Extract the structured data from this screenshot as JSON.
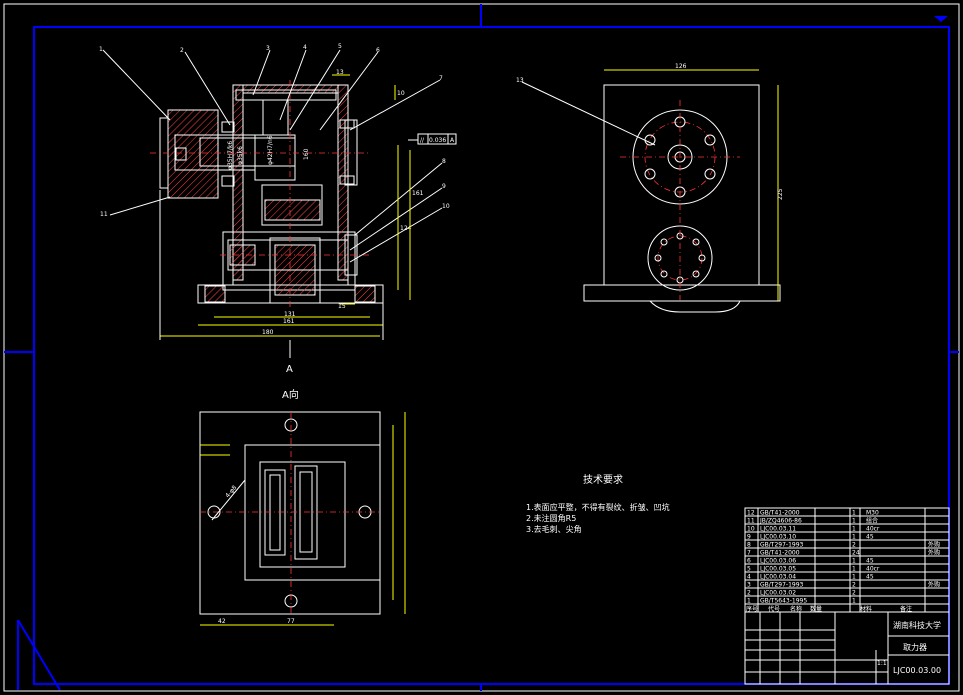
{
  "view_label": "A",
  "view_a_title": "A向",
  "tech_requirements": {
    "title": "技术要求",
    "items": [
      "1.表面应平整，不得有裂纹、折皱、凹坑",
      "2.未注圆角R5",
      "3.去毛刺、尖角"
    ]
  },
  "balloons_front": [
    "1",
    "2",
    "3",
    "4",
    "5",
    "6",
    "7",
    "8",
    "9",
    "10",
    "11"
  ],
  "balloon_side": "13",
  "tolerance_frame": {
    "symbol": "//",
    "value": "0.036",
    "datum": "A"
  },
  "dims_front": {
    "overall_width": "180",
    "base_width": "161",
    "inner_width": "131",
    "top_small": "13",
    "right_small": "10",
    "right_mid": "124",
    "right_big": "161",
    "offset": "15"
  },
  "dims_side": {
    "top_width": "126",
    "height": "225"
  },
  "dims_bottom": {
    "left": "42",
    "middle": "77",
    "hole_note": "4-φ8"
  },
  "fit_labels": {
    "shaft_fit": "φ35H7/k6",
    "bearing": "φ35k6",
    "gear_fit": "φ42H7/n6",
    "depth": "160"
  },
  "parts_list": [
    {
      "no": "12",
      "code": "GB/T41-2000",
      "qty": "1",
      "mat": "M30",
      "note": ""
    },
    {
      "no": "11",
      "code": "JB/ZQ4606-86",
      "qty": "1",
      "mat": "组合",
      "note": ""
    },
    {
      "no": "10",
      "code": "LJC00.03.11",
      "qty": "1",
      "mat": "40cr",
      "note": ""
    },
    {
      "no": "9",
      "code": "LJC00.03.10",
      "qty": "1",
      "mat": "45",
      "note": ""
    },
    {
      "no": "8",
      "code": "GB/T297-1993",
      "qty": "2",
      "mat": "",
      "note": "外购"
    },
    {
      "no": "7",
      "code": "GB/T41-2000",
      "qty": "24",
      "mat": "",
      "note": "外购"
    },
    {
      "no": "6",
      "code": "LJC00.03.06",
      "qty": "1",
      "mat": "45",
      "note": ""
    },
    {
      "no": "5",
      "code": "LJC00.03.05",
      "qty": "1",
      "mat": "40cr",
      "note": ""
    },
    {
      "no": "4",
      "code": "LJC00.03.04",
      "qty": "1",
      "mat": "45",
      "note": ""
    },
    {
      "no": "3",
      "code": "GB/T297-1993",
      "qty": "2",
      "mat": "",
      "note": "外购"
    },
    {
      "no": "2",
      "code": "LJC00.03.02",
      "qty": "2",
      "mat": "",
      "note": ""
    },
    {
      "no": "1",
      "code": "GB/T5643-1995",
      "qty": "1",
      "mat": "",
      "note": ""
    }
  ],
  "parts_header": [
    "序号",
    "代号",
    "名称",
    "数量",
    "材料",
    "备注"
  ],
  "title_block": {
    "school": "湖南科技大学",
    "part_name": "取力器",
    "drawing_no": "LJC00.03.00",
    "scale": "1:1"
  },
  "colors": {
    "background": "#000000",
    "frame": "#0000ff",
    "outline": "#ffffff",
    "center_line": "#ff3333",
    "dimension": "#ffff00",
    "hatch": "#ffffff"
  }
}
